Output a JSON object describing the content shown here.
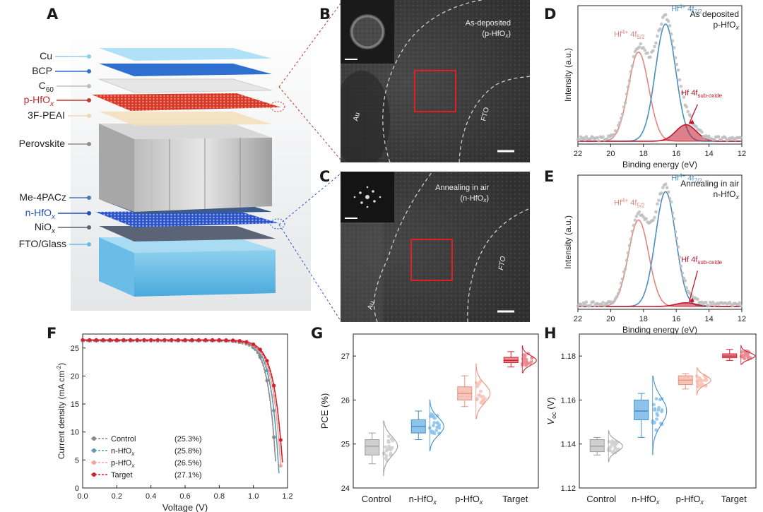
{
  "panel_letters": {
    "A": "A",
    "B": "B",
    "C": "C",
    "D": "D",
    "E": "E",
    "F": "F",
    "G": "G",
    "H": "H"
  },
  "panel_a": {
    "layers": [
      {
        "label": "Cu",
        "sub": "",
        "color": "#222"
      },
      {
        "label": "BCP",
        "sub": "",
        "color": "#222"
      },
      {
        "label": "C",
        "sub": "60",
        "color": "#222"
      },
      {
        "label": "p-HfO",
        "sub": "x",
        "color": "#c62828"
      },
      {
        "label": "3F-PEAI",
        "sub": "",
        "color": "#222"
      },
      {
        "label": "Perovskite",
        "sub": "",
        "color": "#222"
      },
      {
        "label": "Me-4PACz",
        "sub": "",
        "color": "#222"
      },
      {
        "label": "n-HfO",
        "sub": "x",
        "color": "#1e4fb5"
      },
      {
        "label": "NiO",
        "sub": "x",
        "color": "#222"
      },
      {
        "label": "FTO/Glass",
        "sub": "",
        "color": "#222"
      }
    ]
  },
  "panel_b": {
    "title_line1": "As-deposited",
    "title_line2": "(p-HfO",
    "title_sub": "x",
    "title_close": ")",
    "au": "Au",
    "fto": "FTO"
  },
  "panel_c": {
    "title_line1": "Annealing in air",
    "title_line2": "(n-HfO",
    "title_sub": "x",
    "title_close": ")",
    "au": "Au",
    "fto": "FTO"
  },
  "panel_d": {
    "note_line1": "As deposited",
    "note_line2": "p-HfO",
    "note_sub": "x"
  },
  "panel_e": {
    "note_line1": "Annealing in air",
    "note_line2": "n-HfO",
    "note_sub": "x"
  },
  "chart_data": [
    {
      "id": "D",
      "type": "line",
      "xlabel": "Binding energy (eV)",
      "ylabel": "Intensity (a.u.)",
      "xlim": [
        22,
        12
      ],
      "xticks": [
        22,
        20,
        18,
        16,
        14,
        12
      ],
      "peaks": [
        {
          "name": "Hf4+ 4f5/2",
          "center": 18.3,
          "height": 0.7,
          "color": "#e3867c"
        },
        {
          "name": "Hf4+ 4f7/2",
          "center": 16.65,
          "height": 0.92,
          "color": "#4a8fbf"
        },
        {
          "name": "Hf 4f sub-oxide",
          "center": 15.4,
          "height": 0.13,
          "color": "#c0172c"
        }
      ],
      "labels": {
        "peak1": "Hf",
        "peak1_sup": "4+",
        "peak1_tail": " 4f",
        "peak1_sub": "5/2",
        "peak2": "Hf",
        "peak2_sup": "4+",
        "peak2_tail": " 4f",
        "peak2_sub": "7/2",
        "peak3": "Hf 4f",
        "peak3_sub": "sub-oxide"
      }
    },
    {
      "id": "E",
      "type": "line",
      "xlabel": "Binding energy (eV)",
      "ylabel": "Intensity (a.u.)",
      "xlim": [
        22,
        12
      ],
      "xticks": [
        22,
        20,
        18,
        16,
        14,
        12
      ],
      "peaks": [
        {
          "name": "Hf4+ 4f5/2",
          "center": 18.3,
          "height": 0.7,
          "color": "#e3867c"
        },
        {
          "name": "Hf4+ 4f7/2",
          "center": 16.65,
          "height": 0.93,
          "color": "#4a8fbf"
        },
        {
          "name": "Hf 4f sub-oxide",
          "center": 15.4,
          "height": 0.03,
          "color": "#c0172c"
        }
      ],
      "labels": {
        "peak1": "Hf",
        "peak1_sup": "4+",
        "peak1_tail": " 4f",
        "peak1_sub": "5/2",
        "peak2": "Hf",
        "peak2_sup": "4+",
        "peak2_tail": " 4f",
        "peak2_sub": "7/2",
        "peak3": "Hf 4f",
        "peak3_sub": "sub-oxide"
      }
    },
    {
      "id": "F",
      "type": "line",
      "xlabel": "Voltage (V)",
      "ylabel": "Current density (mA cm",
      "ylabel_sup": "-2",
      "ylabel_close": ")",
      "xlim": [
        0.0,
        1.2
      ],
      "ylim": [
        0,
        27.5
      ],
      "xticks": [
        "0.0",
        "0.2",
        "0.4",
        "0.6",
        "0.8",
        "1.0",
        "1.2"
      ],
      "yticks": [
        "0",
        "5",
        "10",
        "15",
        "20",
        "25"
      ],
      "series": [
        {
          "name": "Control",
          "pce": "(25.3%)",
          "color": "#8a8a8a",
          "jsc": 26.3,
          "voc": 1.139
        },
        {
          "name": "n-HfO",
          "sub": "x",
          "pce": "(25.8%)",
          "color": "#5b9bb5",
          "jsc": 26.35,
          "voc": 1.155
        },
        {
          "name": "p-HfO",
          "sub": "x",
          "pce": "(26.5%)",
          "color": "#f0a59a",
          "jsc": 26.4,
          "voc": 1.168
        },
        {
          "name": "Target",
          "pce": "(27.1%)",
          "color": "#d3202f",
          "jsc": 26.45,
          "voc": 1.18
        }
      ]
    },
    {
      "id": "G",
      "type": "box",
      "ylabel": "PCE (%)",
      "ylim": [
        24,
        27.5
      ],
      "yticks": [
        "24",
        "25",
        "26",
        "27"
      ],
      "categories": [
        {
          "label": "Control",
          "sub": "",
          "color": "#9e9e9e",
          "fill": "#cfcfcf",
          "q1": 24.75,
          "median": 24.95,
          "q3": 25.1,
          "min": 24.55,
          "max": 25.25
        },
        {
          "label": "n-HfO",
          "sub": "x",
          "color": "#3f8fd0",
          "fill": "#8fc3ea",
          "q1": 25.25,
          "median": 25.4,
          "q3": 25.55,
          "min": 25.1,
          "max": 25.75
        },
        {
          "label": "p-HfO",
          "sub": "x",
          "color": "#e9907f",
          "fill": "#f6c4b8",
          "q1": 26.0,
          "median": 26.15,
          "q3": 26.3,
          "min": 25.85,
          "max": 26.55
        },
        {
          "label": "Target",
          "sub": "",
          "color": "#cc2030",
          "fill": "#ea8a93",
          "q1": 26.85,
          "median": 26.9,
          "q3": 26.97,
          "min": 26.75,
          "max": 27.1
        }
      ]
    },
    {
      "id": "H",
      "type": "box",
      "ylabel": "V",
      "ylabel_sub": "oc",
      "ylabel_close": " (V)",
      "ylim": [
        1.12,
        1.19
      ],
      "yticks": [
        "1.12",
        "1.14",
        "1.16",
        "1.18"
      ],
      "categories": [
        {
          "label": "Control",
          "sub": "",
          "color": "#9e9e9e",
          "fill": "#cfcfcf",
          "q1": 1.1365,
          "median": 1.139,
          "q3": 1.142,
          "min": 1.135,
          "max": 1.143
        },
        {
          "label": "n-HfO",
          "sub": "x",
          "color": "#3f8fd0",
          "fill": "#8fc3ea",
          "q1": 1.151,
          "median": 1.155,
          "q3": 1.16,
          "min": 1.143,
          "max": 1.163
        },
        {
          "label": "p-HfO",
          "sub": "x",
          "color": "#e9907f",
          "fill": "#f6c4b8",
          "q1": 1.167,
          "median": 1.169,
          "q3": 1.171,
          "min": 1.165,
          "max": 1.172
        },
        {
          "label": "Target",
          "sub": "",
          "color": "#cc2030",
          "fill": "#ea8a93",
          "q1": 1.1792,
          "median": 1.18,
          "q3": 1.181,
          "min": 1.178,
          "max": 1.183
        }
      ]
    }
  ]
}
